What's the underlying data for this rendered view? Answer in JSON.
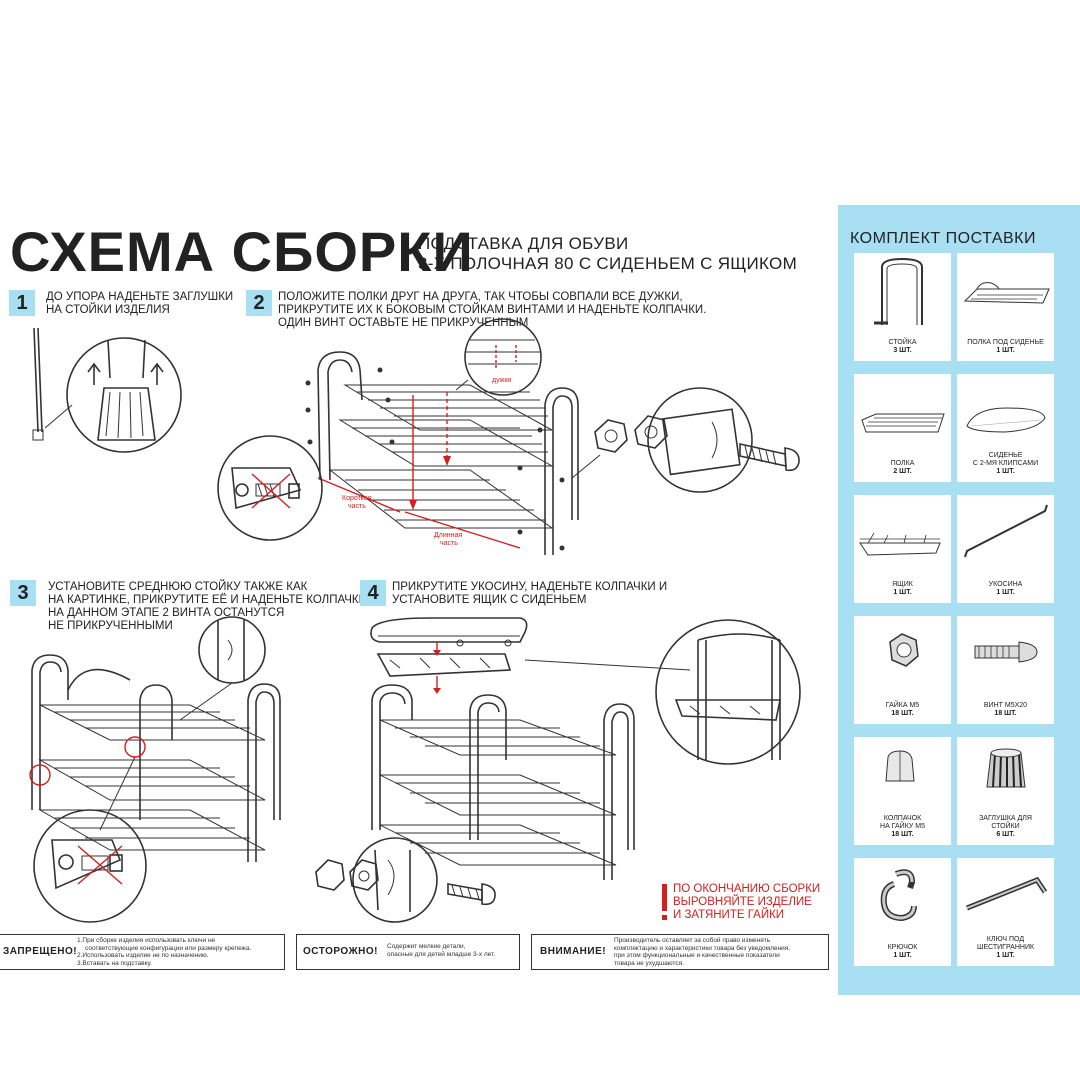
{
  "header": {
    "title": "СХЕМА СБОРКИ",
    "subtitle_line1": "ПОДСТАВКА ДЛЯ ОБУВИ",
    "subtitle_line2": "3-Х ПОЛОЧНАЯ 80 С СИДЕНЬЕМ С ЯЩИКОМ"
  },
  "steps": [
    {
      "number": "1",
      "text_line1": "ДО УПОРА НАДЕНЬТЕ ЗАГЛУШКИ",
      "text_line2": "НА СТОЙКИ ИЗДЕЛИЯ"
    },
    {
      "number": "2",
      "text_line1": "ПОЛОЖИТЕ ПОЛКИ ДРУГ НА ДРУГА, ТАК ЧТОБЫ СОВПАЛИ ВСЕ ДУЖКИ,",
      "text_line2": "ПРИКРУТИТЕ ИХ К БОКОВЫМ СТОЙКАМ  ВИНТАМИ И НАДЕНЬТЕ КОЛПАЧКИ.",
      "text_line3": "ОДИН ВИНТ ОСТАВЬТЕ НЕ ПРИКРУЧЕННЫМ"
    },
    {
      "number": "3",
      "text_line1": "УСТАНОВИТЕ СРЕДНЮЮ СТОЙКУ ТАКЖЕ КАК",
      "text_line2": "НА КАРТИНКЕ, ПРИКРУТИТЕ ЕЁ И НАДЕНЬТЕ КОЛПАЧКИ.",
      "text_line3": "НА ДАННОМ ЭТАПЕ 2 ВИНТА ОСТАНУТСЯ",
      "text_line4": "НЕ ПРИКРУЧЕННЫМИ"
    },
    {
      "number": "4",
      "text_line1": "ПРИКРУТИТЕ УКОСИНУ, НАДЕНЬТЕ КОЛПАЧКИ И",
      "text_line2": "УСТАНОВИТЕ ЯЩИК С СИДЕНЬЕМ"
    }
  ],
  "diagram_labels": {
    "dujki": "дужки",
    "short_part_1": "Короткая",
    "short_part_2": "часть",
    "long_part_1": "Длинная",
    "long_part_2": "часть"
  },
  "final_note": {
    "line1": "ПО ОКОНЧАНИЮ СБОРКИ",
    "line2": "ВЫРОВНЯЙТЕ ИЗДЕЛИЕ",
    "line3": "И ЗАТЯНИТЕ ГАЙКИ"
  },
  "warnings": [
    {
      "label": "ЗАПРЕЩЕНО!",
      "lines": [
        "1.При сборке изделия использовать ключи не",
        "соответствующие конфигурации или размеру крепежа.",
        "2.Использовать изделие не по назначению.",
        "3.Вставать на подставку."
      ]
    },
    {
      "label": "ОСТОРОЖНО!",
      "lines": [
        "Содержит мелкие детали,",
        "опасные для детей младше 3-х лет."
      ]
    },
    {
      "label": "ВНИМАНИЕ!",
      "lines": [
        "Производитель оставляет за собой право изменять",
        "комплектацию и характеристики товара без уведомления,",
        "при этом функциональные и качественные показатели",
        "товара не ухудшаются."
      ]
    }
  ],
  "kit": {
    "title": "КОМПЛЕКТ ПОСТАВКИ",
    "items": [
      {
        "name": "СТОЙКА",
        "qty": "3 шт.",
        "icon": "stand-icon"
      },
      {
        "name": "ПОЛКА ПОД СИДЕНЬЕ",
        "qty": "1 шт.",
        "icon": "seat-shelf-icon"
      },
      {
        "name": "ПОЛКА",
        "qty": "2 шт.",
        "icon": "shelf-icon"
      },
      {
        "name": "СИДЕНЬЕ\nС 2-МЯ КЛИПСАМИ",
        "qty": "1 шт.",
        "icon": "seat-icon"
      },
      {
        "name": "ЯЩИК",
        "qty": "1 шт.",
        "icon": "box-icon"
      },
      {
        "name": "УКОСИНА",
        "qty": "1 шт.",
        "icon": "brace-icon"
      },
      {
        "name": "ГАЙКА М5",
        "qty": "18 шт.",
        "icon": "nut-icon"
      },
      {
        "name": "ВИНТ М5х20",
        "qty": "18 шт.",
        "icon": "screw-icon"
      },
      {
        "name": "КОЛПАЧОК\nНА ГАЙКУ М5",
        "qty": "18 шт.",
        "icon": "cap-icon"
      },
      {
        "name": "ЗАГЛУШКА ДЛЯ\nСТОЙКИ",
        "qty": "6 шт.",
        "icon": "leg-plug-icon"
      },
      {
        "name": "КРЮЧОК",
        "qty": "1 шт.",
        "icon": "hook-icon"
      },
      {
        "name": "КЛЮЧ ПОД\nШЕСТИГРАННИК",
        "qty": "1 шт.",
        "icon": "hex-key-icon"
      }
    ]
  },
  "colors": {
    "accent": "#a9dff3",
    "warning_red": "#d21f1f",
    "ink": "#222222"
  }
}
